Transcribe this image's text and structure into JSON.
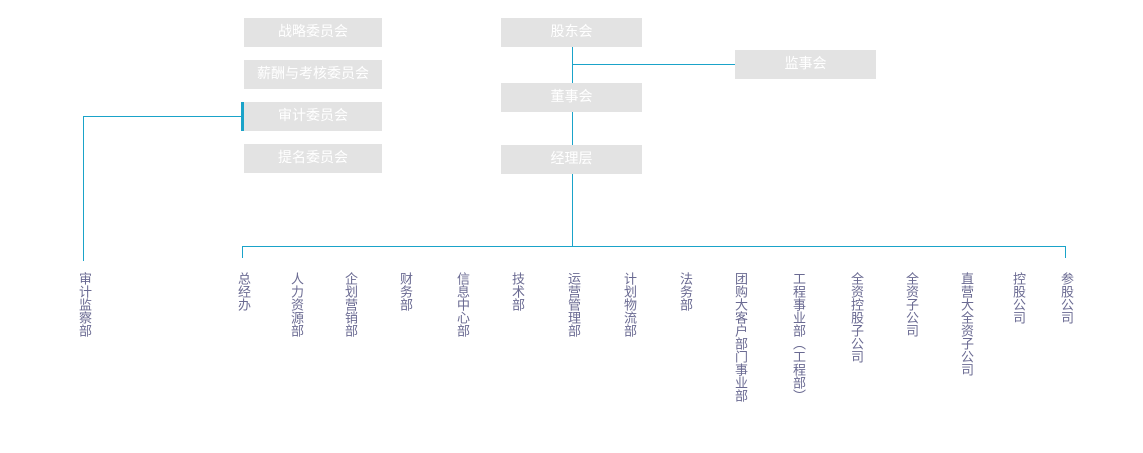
{
  "diagram": {
    "committees": {
      "strategy": "战略委员会",
      "compensation": "薪酬与考核委员会",
      "audit": "审计委员会",
      "nomination": "提名委员会"
    },
    "shareholders": "股东会",
    "supervisors": "监事会",
    "board": "董事会",
    "management": "经理层",
    "internal_audit_dept": "审计监察部",
    "departments": [
      "总经办",
      "人力资源部",
      "企划营销部",
      "财务部",
      "信息中心部",
      "技术部",
      "运营管理部",
      "计划物流部",
      "法务部",
      "团购大客户部门事业部",
      "工程事业部（工程部）",
      "全资控股子公司",
      "全资子公司",
      "直营大全资子公司",
      "控股公司",
      "参股公司"
    ],
    "colors": {
      "connector": "#1aa3c9",
      "box_fill": "#e3e3e3",
      "box_text": "#ffffff",
      "dept_text": "#6a6a92"
    }
  }
}
